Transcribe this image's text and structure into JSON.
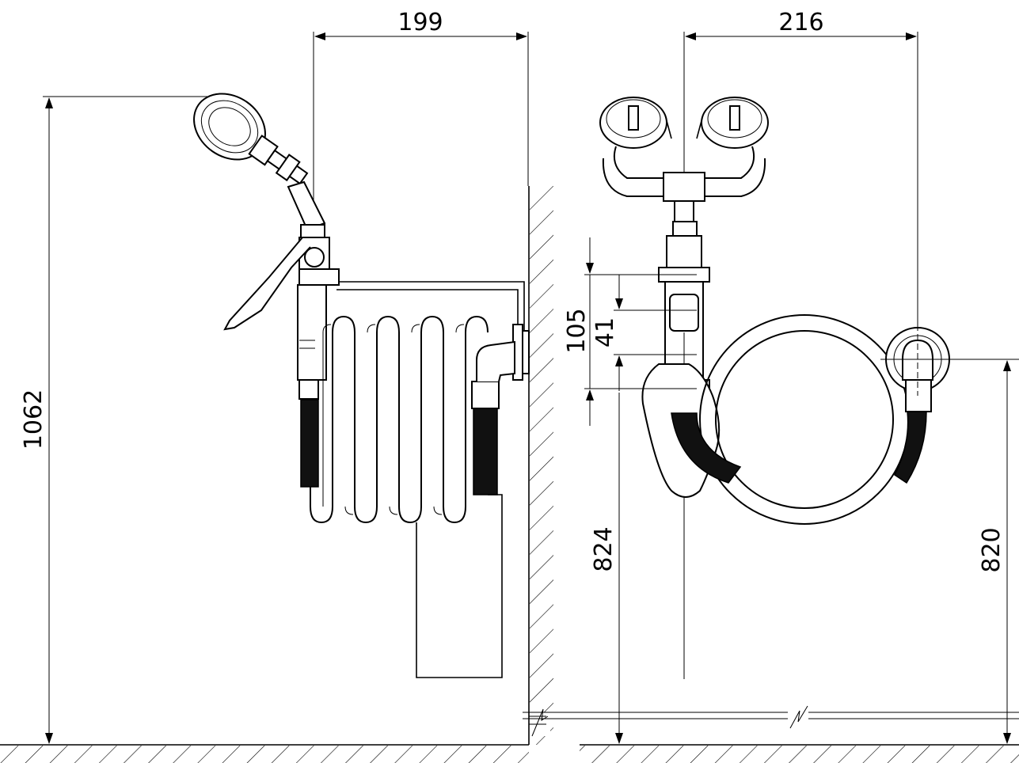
{
  "dimensions": {
    "side_width": "199",
    "front_width": "216",
    "total_height": "1062",
    "handle_spacing": "105",
    "handle_offset": "41",
    "outlet_height": "824",
    "inlet_height": "820"
  }
}
